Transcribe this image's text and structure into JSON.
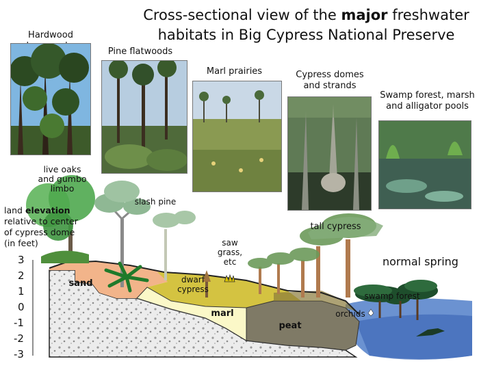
{
  "title": {
    "part1": "Cross-sectional view of the ",
    "bold": "major",
    "part2": " freshwater habitats in Big Cypress National Preserve"
  },
  "habitats": [
    {
      "id": "hardwood",
      "label": "Hardwood hammocks"
    },
    {
      "id": "pine",
      "label": "Pine flatwoods"
    },
    {
      "id": "marl",
      "label": "Marl prairies"
    },
    {
      "id": "cypress",
      "label": "Cypress domes and strands"
    },
    {
      "id": "swamp",
      "label": "Swamp forest, marsh and alligator pools"
    }
  ],
  "elevation_note": {
    "prefix": "land ",
    "bold": "elevation",
    "rest": "relative to center of cypress dome (in feet)"
  },
  "y_ticks": [
    "3",
    "2",
    "1",
    "0",
    "-1",
    "-2",
    "-3"
  ],
  "diagram_labels": {
    "live_oaks": "live oaks and gumbo limbo",
    "slash_pine": "slash pine",
    "saw_grass": "saw grass, etc",
    "dwarf_cypress": "dwarf cypress",
    "tall_cypress": "tall cypress",
    "swamp_forest": "swamp forest",
    "orchids": "orchids",
    "sand": "sand",
    "marl": "marl",
    "peat": "peat",
    "normal_spring": "normal spring"
  },
  "colors": {
    "sand": "#f2b48a",
    "marl_prairie": "#d4c341",
    "peat": "#7f7a66",
    "marl_layer": "#fbf8c8",
    "limestone": "#dcdcdc",
    "water": "#5b86cc",
    "canopy": "#3f8f45"
  }
}
